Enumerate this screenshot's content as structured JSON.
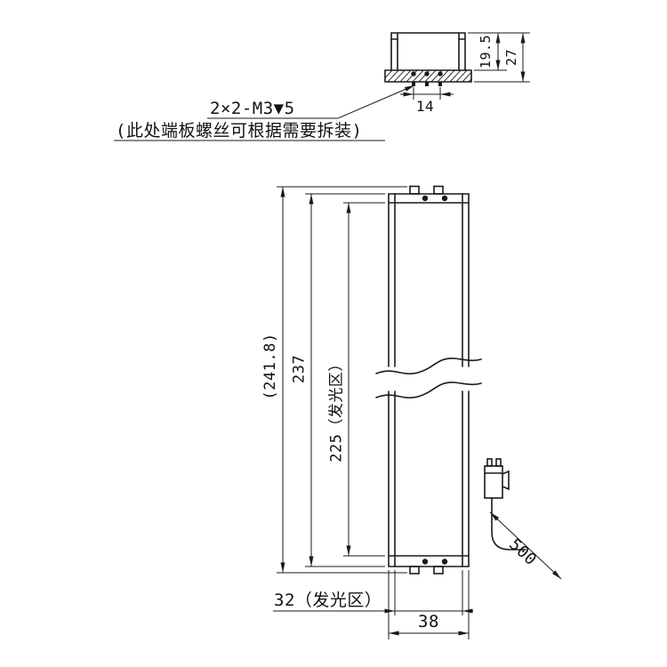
{
  "drawing": {
    "background": "#ffffff",
    "line_color": "#1a1a1a"
  },
  "top_view": {
    "dim_height_inner": "19.5",
    "dim_height_outer": "27",
    "dim_screw_spacing": "14",
    "screw_callout": "2×2-M3▼5",
    "screw_note": "(此处端板螺丝可根据需要拆装)"
  },
  "front_view": {
    "dim_overall_length": "(241.8)",
    "dim_body_length": "237",
    "dim_glow_length": "225（发光区）",
    "dim_glow_width": "32（发光区）",
    "dim_body_width": "38",
    "dim_cable_length": "500"
  }
}
